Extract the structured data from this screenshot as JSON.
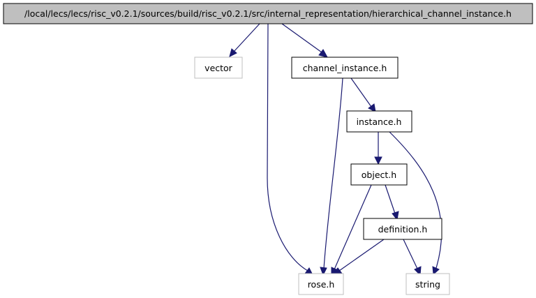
{
  "graph": {
    "title": "/local/lecs/lecs/risc_v0.2.1/sources/build/risc_v0.2.1/src/internal_representation/hierarchical_channel_instance.h",
    "colors": {
      "edge": "#191970",
      "root_fill": "#bfbfbf",
      "documented_border": "#000000",
      "external_border": "#bfbfbf"
    },
    "nodes": {
      "root": "/local/lecs/lecs/risc_v0.2.1/sources/build/risc_v0.2.1/src/internal_representation/hierarchical_channel_instance.h",
      "vector": "vector",
      "channel_instance": "channel_instance.h",
      "instance": "instance.h",
      "object": "object.h",
      "definition": "definition.h",
      "rose": "rose.h",
      "string": "string"
    },
    "edges": [
      [
        "root",
        "vector"
      ],
      [
        "root",
        "channel_instance"
      ],
      [
        "root",
        "rose"
      ],
      [
        "channel_instance",
        "instance"
      ],
      [
        "channel_instance",
        "rose"
      ],
      [
        "instance",
        "object"
      ],
      [
        "instance",
        "string"
      ],
      [
        "object",
        "definition"
      ],
      [
        "object",
        "rose"
      ],
      [
        "definition",
        "rose"
      ],
      [
        "definition",
        "string"
      ]
    ]
  }
}
